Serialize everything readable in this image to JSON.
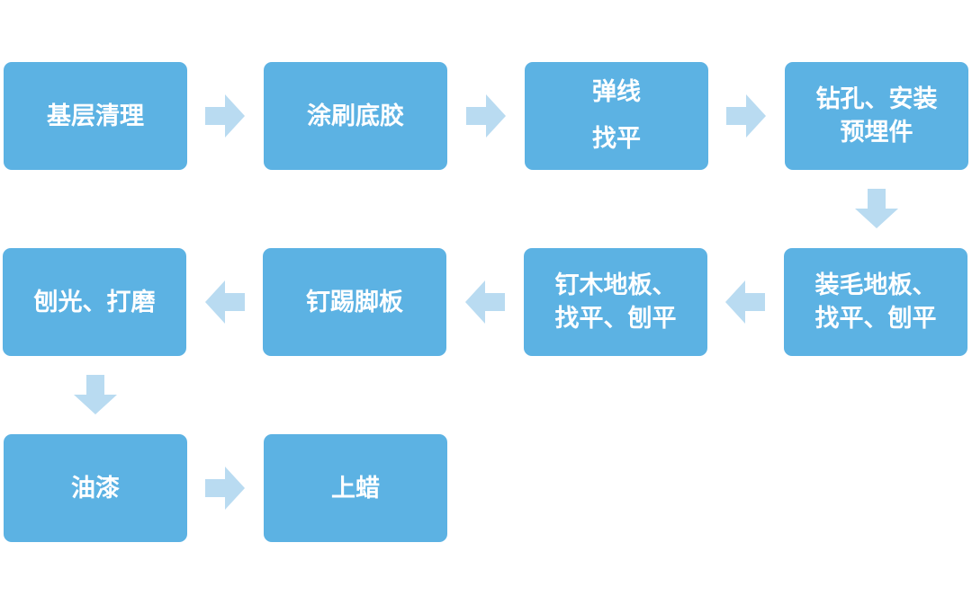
{
  "diagram": {
    "colors": {
      "box": "#5cb2e3",
      "text": "#ffffff",
      "arrow": "#b9dbf1"
    },
    "steps": [
      {
        "label": "基层清理"
      },
      {
        "label": "涂刷底胶"
      },
      {
        "label": "弹线\n找平"
      },
      {
        "label": "钻孔、安装\n预埋件"
      },
      {
        "label": "装毛地板、\n找平、刨平"
      },
      {
        "label": "钉木地板、\n找平、刨平"
      },
      {
        "label": "钉踢脚板"
      },
      {
        "label": "刨光、打磨"
      },
      {
        "label": "油漆"
      },
      {
        "label": "上蜡"
      }
    ],
    "arrows": [
      {
        "from": "基层清理",
        "to": "涂刷底胶",
        "direction": "right"
      },
      {
        "from": "涂刷底胶",
        "to": "弹线\n找平",
        "direction": "right"
      },
      {
        "from": "弹线\n找平",
        "to": "钻孔、安装\n预埋件",
        "direction": "right"
      },
      {
        "from": "钻孔、安装\n预埋件",
        "to": "装毛地板、\n找平、刨平",
        "direction": "down"
      },
      {
        "from": "装毛地板、\n找平、刨平",
        "to": "钉木地板、\n找平、刨平",
        "direction": "left"
      },
      {
        "from": "钉木地板、\n找平、刨平",
        "to": "钉踢脚板",
        "direction": "left"
      },
      {
        "from": "钉踢脚板",
        "to": "刨光、打磨",
        "direction": "left"
      },
      {
        "from": "刨光、打磨",
        "to": "油漆",
        "direction": "down"
      },
      {
        "from": "油漆",
        "to": "上蜡",
        "direction": "right"
      }
    ]
  }
}
